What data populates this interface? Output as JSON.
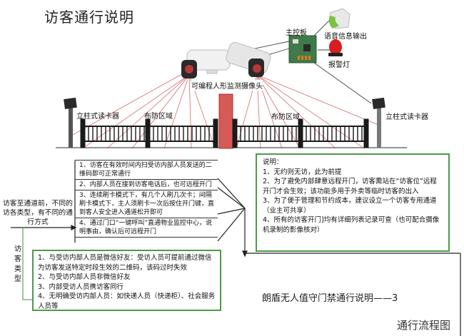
{
  "title": "访客通行说明",
  "scene": {
    "main_board_label": "主控板",
    "voice_output_label": "语音信息输出",
    "alarm_light_label": "报警灯",
    "camera_label": "可编程人形监测摄像头",
    "reader_left_label": "立柱式读卡器",
    "reader_right_label": "立柱式读卡器",
    "zone_left_label": "布防区域",
    "zone_right_label": "布防区域",
    "colors": {
      "gate": "#d65a55",
      "fence": "#1a1a1a",
      "beam": "#c43a3a",
      "speaker": "#7cc242",
      "alarm": "#d81e1e",
      "board": "#3f7a4a"
    }
  },
  "context_label": "访客至通道前，不同的访各类型，有不同的通行方式",
  "visitor_type_label": "访客类型",
  "methods": [
    "1、访客在有效时间内扫受访内部人员发送的二维码即可正常通行",
    "2、内部人员在接到访客电话后，也可远程开门",
    "3、连续刷卡模式下，有几个人刷几次卡；间隔刷卡模式下，主人须刷卡一次后按住开门键，直到客人安全进入通道松开即可",
    "4、通过门口“一键呼叫”直通物业监控中心，说明事由，确认后可远程开门"
  ],
  "notes": {
    "heading": "说明：",
    "items": [
      "1、无约则无访，此为前提",
      "2、为了避免内部肆意远程开门，访客需站在“访客位”远程开门才会生效；该功能多用于外卖等临时访客的出入",
      "3、为了便于管理和节约成本，建议设立一个访客专用通道（业主可共享）",
      "4、所有的访客开门]均有详细列表记录可查（也可配合摄像机录制的影像核对）"
    ]
  },
  "visitor_types": [
    "1、与受访内部人员是微信好友：受访人员可提前通过微信为访客发送特定时段生效的二维码，该码过时失效",
    "2、与受访内部人员非微信好友",
    "3、内部受访人员携访客同行",
    "4、无明确受访内部人员：如快递人员（快递柜）、社会服务人员等"
  ],
  "footer_title": "朗盾无人值守门禁通行说明——3",
  "caption": "通行流程图",
  "accent_color": "#4f9a4a"
}
